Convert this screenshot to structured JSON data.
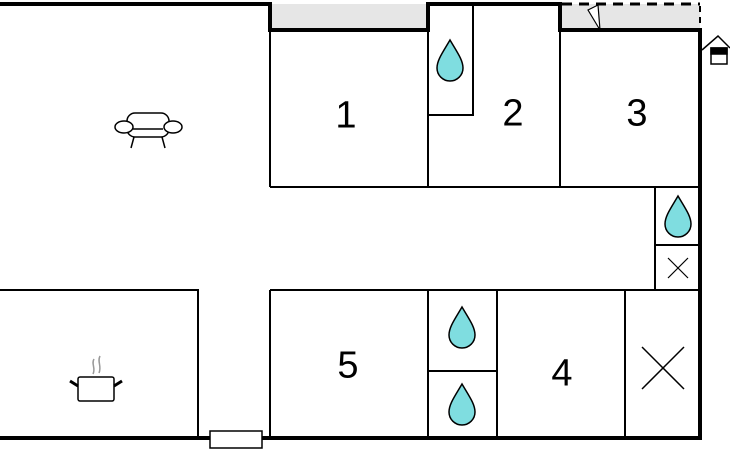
{
  "plan": {
    "rooms": [
      {
        "label": "1"
      },
      {
        "label": "2"
      },
      {
        "label": "3"
      },
      {
        "label": "4"
      },
      {
        "label": "5"
      }
    ],
    "icons": [
      "sofa-icon",
      "cooking-pot-icon",
      "water-drop-icon",
      "toilet-x-icon",
      "house-entrance-icon",
      "door-icon"
    ],
    "colors": {
      "wall": "#000000",
      "balcony": "#e6e6e6",
      "water": "#7fdde0"
    }
  }
}
